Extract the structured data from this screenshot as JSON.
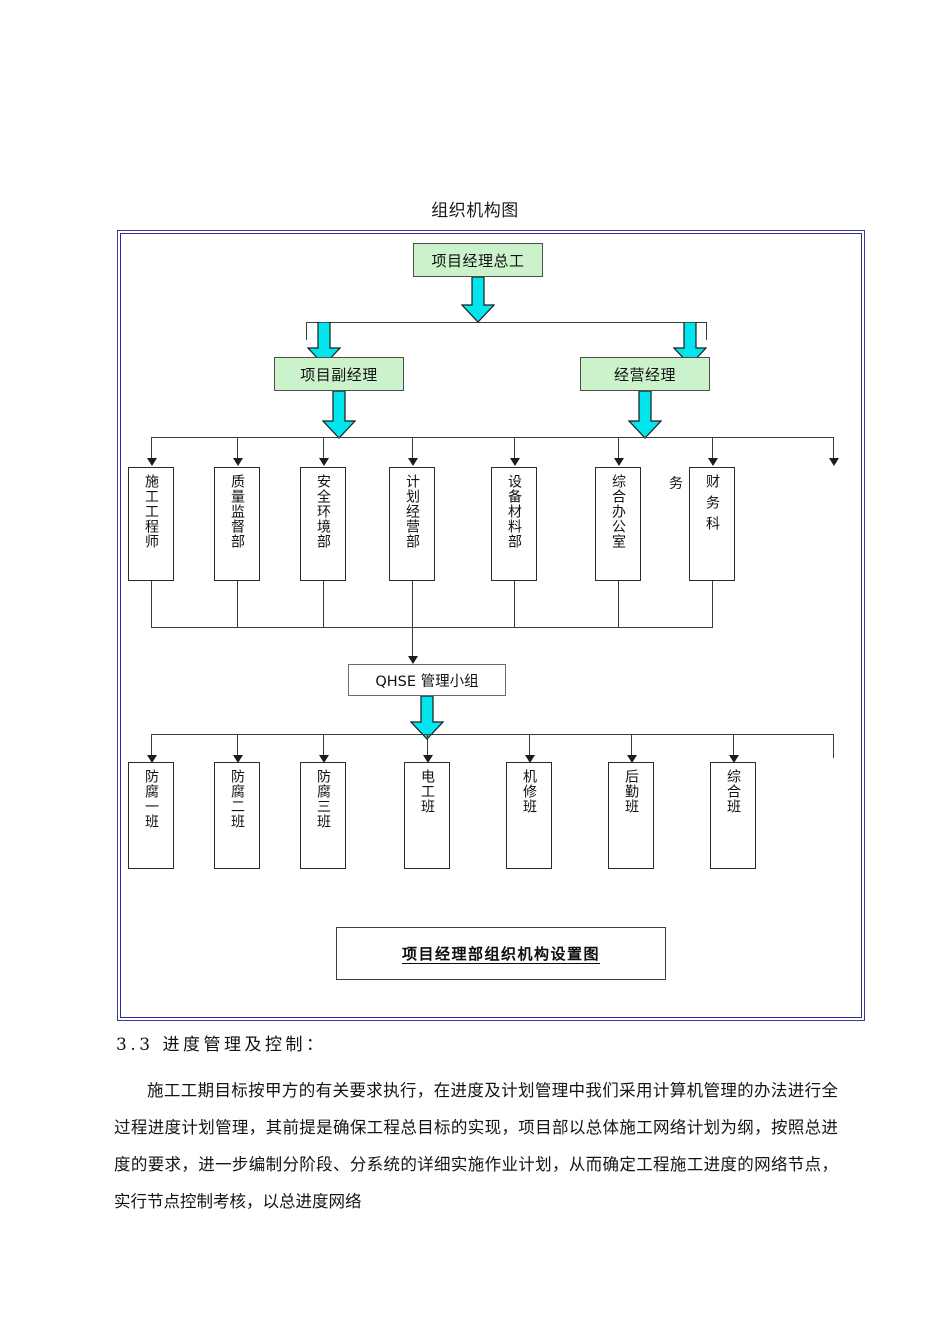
{
  "document": {
    "figure_title": "组织机构图",
    "caption": "项目经理部组织机构设置图",
    "stray_glyph": "务"
  },
  "org_chart": {
    "level1": [
      {
        "id": "chief",
        "label": "项目经理总工",
        "style": "green"
      }
    ],
    "level2": [
      {
        "id": "deputy-manager",
        "label": "项目副经理",
        "style": "green"
      },
      {
        "id": "operations-manager",
        "label": "经营经理",
        "style": "green"
      }
    ],
    "departments": [
      {
        "id": "construction-engineer",
        "label": "施工工程师"
      },
      {
        "id": "quality-supervision",
        "label": "质量监督部"
      },
      {
        "id": "safety-environment",
        "label": "安全环境部"
      },
      {
        "id": "planning-operations",
        "label": "计划经营部"
      },
      {
        "id": "equipment-materials",
        "label": "设备材料部"
      },
      {
        "id": "general-office",
        "label": "综合办公室"
      },
      {
        "id": "finance-section",
        "label": "财务科"
      }
    ],
    "middle": [
      {
        "id": "qhse-group",
        "label": "QHSE 管理小组",
        "style": "white"
      }
    ],
    "crews": [
      {
        "id": "anticorrosion-team-1",
        "label": "防腐一班"
      },
      {
        "id": "anticorrosion-team-2",
        "label": "防腐二班"
      },
      {
        "id": "anticorrosion-team-3",
        "label": "防腐三班"
      },
      {
        "id": "electrician-team",
        "label": "电工班"
      },
      {
        "id": "machine-repair-team",
        "label": "机修班"
      },
      {
        "id": "logistics-team",
        "label": "后勤班"
      },
      {
        "id": "general-team",
        "label": "综合班"
      }
    ]
  },
  "colors": {
    "frame_border": "#2f2f8f",
    "node_green_fill": "#ccf2cc",
    "block_arrow_fill": "#00e5ee",
    "block_arrow_stroke": "#1c1c1c",
    "connector": "#3c3c3c"
  },
  "section": {
    "heading": "3.3 进度管理及控制：",
    "paragraph": "施工工期目标按甲方的有关要求执行，在进度及计划管理中我们采用计算机管理的办法进行全过程进度计划管理，其前提是确保工程总目标的实现，项目部以总体施工网络计划为纲，按照总进度的要求，进一步编制分阶段、分系统的详细实施作业计划，从而确定工程施工进度的网络节点，实行节点控制考核，以总进度网络"
  }
}
